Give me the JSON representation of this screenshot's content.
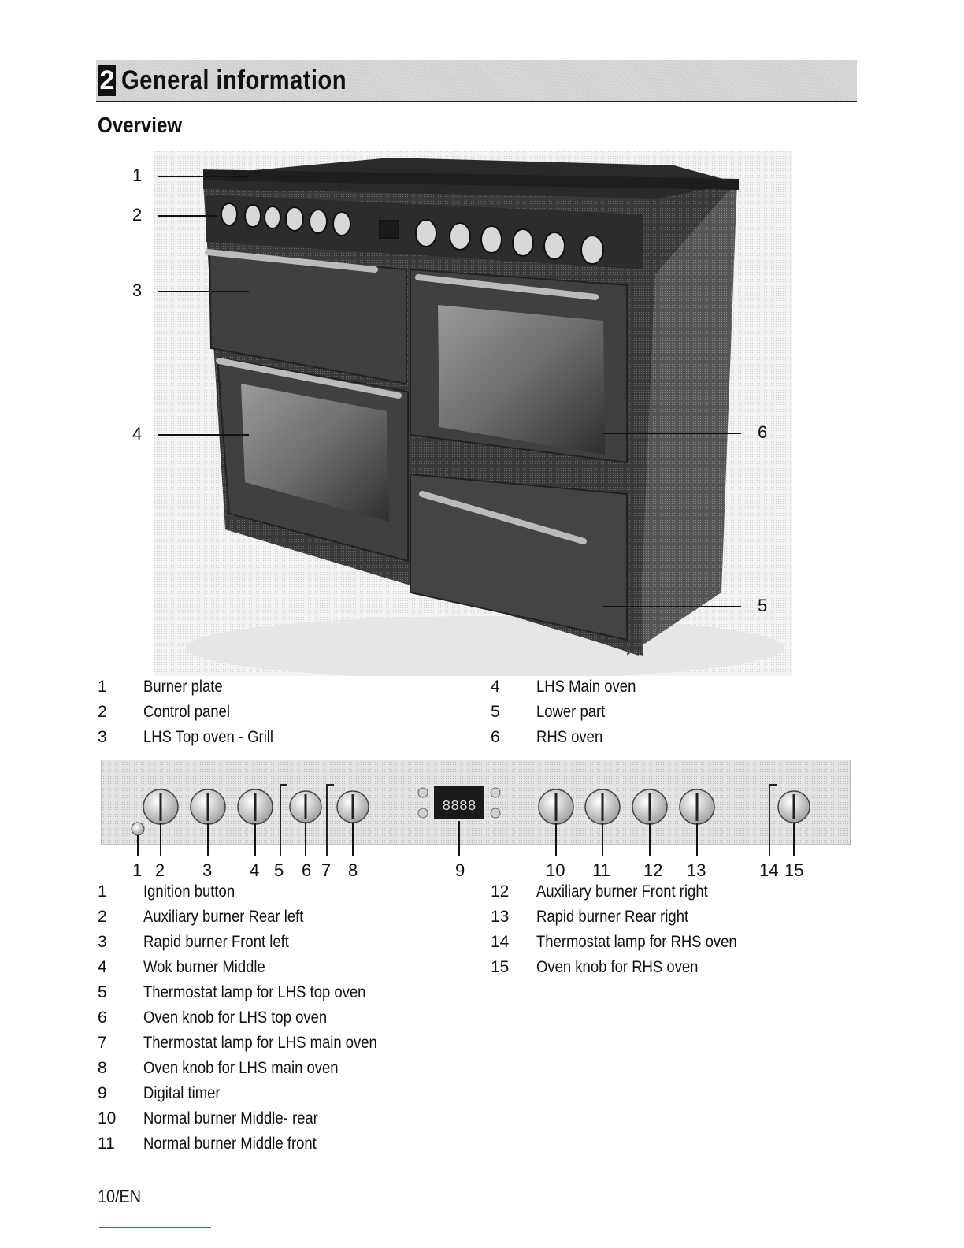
{
  "section": {
    "number": "2",
    "title": "General information"
  },
  "subtitle": "Overview",
  "photo_callouts": [
    "1",
    "2",
    "3",
    "4",
    "6",
    "5"
  ],
  "overview_legend": {
    "left": [
      {
        "num": "1",
        "label": "Burner plate"
      },
      {
        "num": "2",
        "label": "Control panel"
      },
      {
        "num": "3",
        "label": "LHS Top oven - Grill"
      }
    ],
    "right": [
      {
        "num": "4",
        "label": "LHS Main oven"
      },
      {
        "num": "5",
        "label": "Lower part"
      },
      {
        "num": "6",
        "label": "RHS oven"
      }
    ]
  },
  "panel_callouts": [
    "1",
    "2",
    "3",
    "4",
    "5",
    "6",
    "7",
    "8",
    "9",
    "10",
    "11",
    "12",
    "13",
    "14",
    "15"
  ],
  "panel_legend": {
    "left": [
      {
        "num": "1",
        "label": "Ignition button"
      },
      {
        "num": "2",
        "label": "Auxiliary burner Rear left"
      },
      {
        "num": "3",
        "label": "Rapid burner Front left"
      },
      {
        "num": "4",
        "label": "Wok burner Middle"
      },
      {
        "num": "5",
        "label": "Thermostat lamp for LHS top oven"
      },
      {
        "num": "6",
        "label": "Oven knob for LHS top oven"
      },
      {
        "num": "7",
        "label": "Thermostat lamp for LHS main oven"
      },
      {
        "num": "8",
        "label": "Oven knob for LHS main oven"
      },
      {
        "num": "9",
        "label": "Digital timer"
      },
      {
        "num": "10",
        "label": "Normal burner Middle- rear"
      },
      {
        "num": "11",
        "label": "Normal burner Middle front"
      }
    ],
    "right": [
      {
        "num": "12",
        "label": "Auxiliary burner Front right"
      },
      {
        "num": "13",
        "label": "Rapid burner Rear right"
      },
      {
        "num": "14",
        "label": "Thermostat lamp for RHS oven"
      },
      {
        "num": "15",
        "label": "Oven knob for RHS oven"
      }
    ]
  },
  "timer_display": "8888",
  "footer": "10/EN"
}
